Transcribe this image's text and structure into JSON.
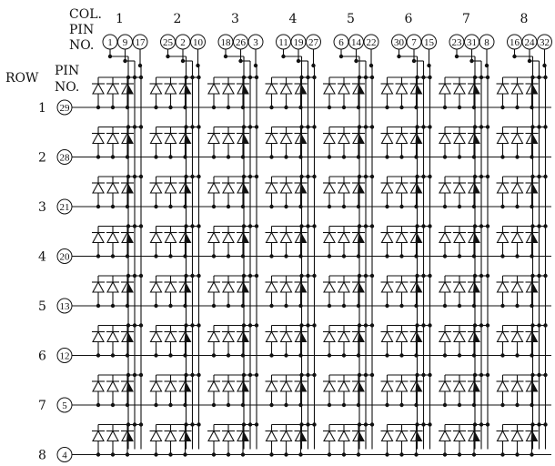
{
  "header": {
    "col_label": "COL.",
    "col_pin_label": "PIN",
    "col_no_label": "NO.",
    "row_label": "ROW",
    "row_pin_label": "PIN",
    "row_no_label": "NO."
  },
  "columns": [
    {
      "num": "1",
      "pins": [
        "1",
        "9",
        "17"
      ]
    },
    {
      "num": "2",
      "pins": [
        "25",
        "2",
        "10"
      ]
    },
    {
      "num": "3",
      "pins": [
        "18",
        "26",
        "3"
      ]
    },
    {
      "num": "4",
      "pins": [
        "11",
        "19",
        "27"
      ]
    },
    {
      "num": "5",
      "pins": [
        "6",
        "14",
        "22"
      ]
    },
    {
      "num": "6",
      "pins": [
        "30",
        "7",
        "15"
      ]
    },
    {
      "num": "7",
      "pins": [
        "23",
        "31",
        "8"
      ]
    },
    {
      "num": "8",
      "pins": [
        "16",
        "24",
        "32"
      ]
    }
  ],
  "rows": [
    {
      "num": "1",
      "pin": "29"
    },
    {
      "num": "2",
      "pin": "28"
    },
    {
      "num": "3",
      "pin": "21"
    },
    {
      "num": "4",
      "pin": "20"
    },
    {
      "num": "5",
      "pin": "13"
    },
    {
      "num": "6",
      "pin": "12"
    },
    {
      "num": "7",
      "pin": "5"
    },
    {
      "num": "8",
      "pin": "4"
    }
  ],
  "diode_fills": [
    "filled",
    "hollow",
    "half"
  ]
}
